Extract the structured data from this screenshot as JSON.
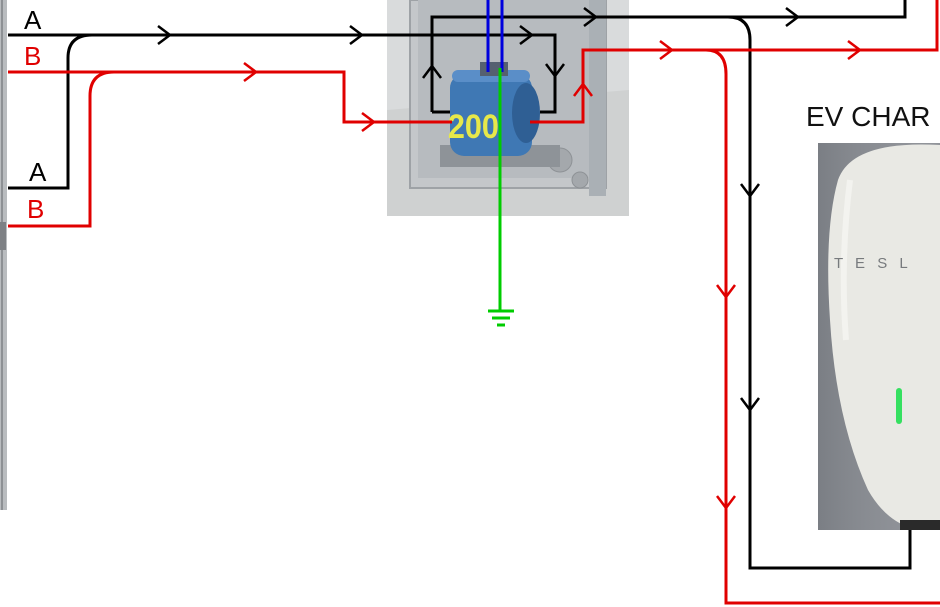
{
  "labels": {
    "line_a_top": "A",
    "line_b_top": "B",
    "line_a_bottom": "A",
    "line_b_bottom": "B",
    "meter_rating": "200",
    "ev_charger_title": "EV CHAR",
    "charger_brand": "T  E  S  L"
  },
  "colors": {
    "phase_a": "#000000",
    "phase_b": "#e00000",
    "neutral": "#0000dd",
    "ground": "#00cc00",
    "box_metal": "#c9cccf",
    "ct_blue": "#3f78b4",
    "ct_text": "#e6e84a",
    "charger_body": "#e9e9e4",
    "charger_bg": "#8c8f95",
    "charger_led": "#35e060"
  },
  "icons": {
    "ground": "ground-symbol-icon",
    "flow_arrow": "chevron-arrow-icon"
  }
}
